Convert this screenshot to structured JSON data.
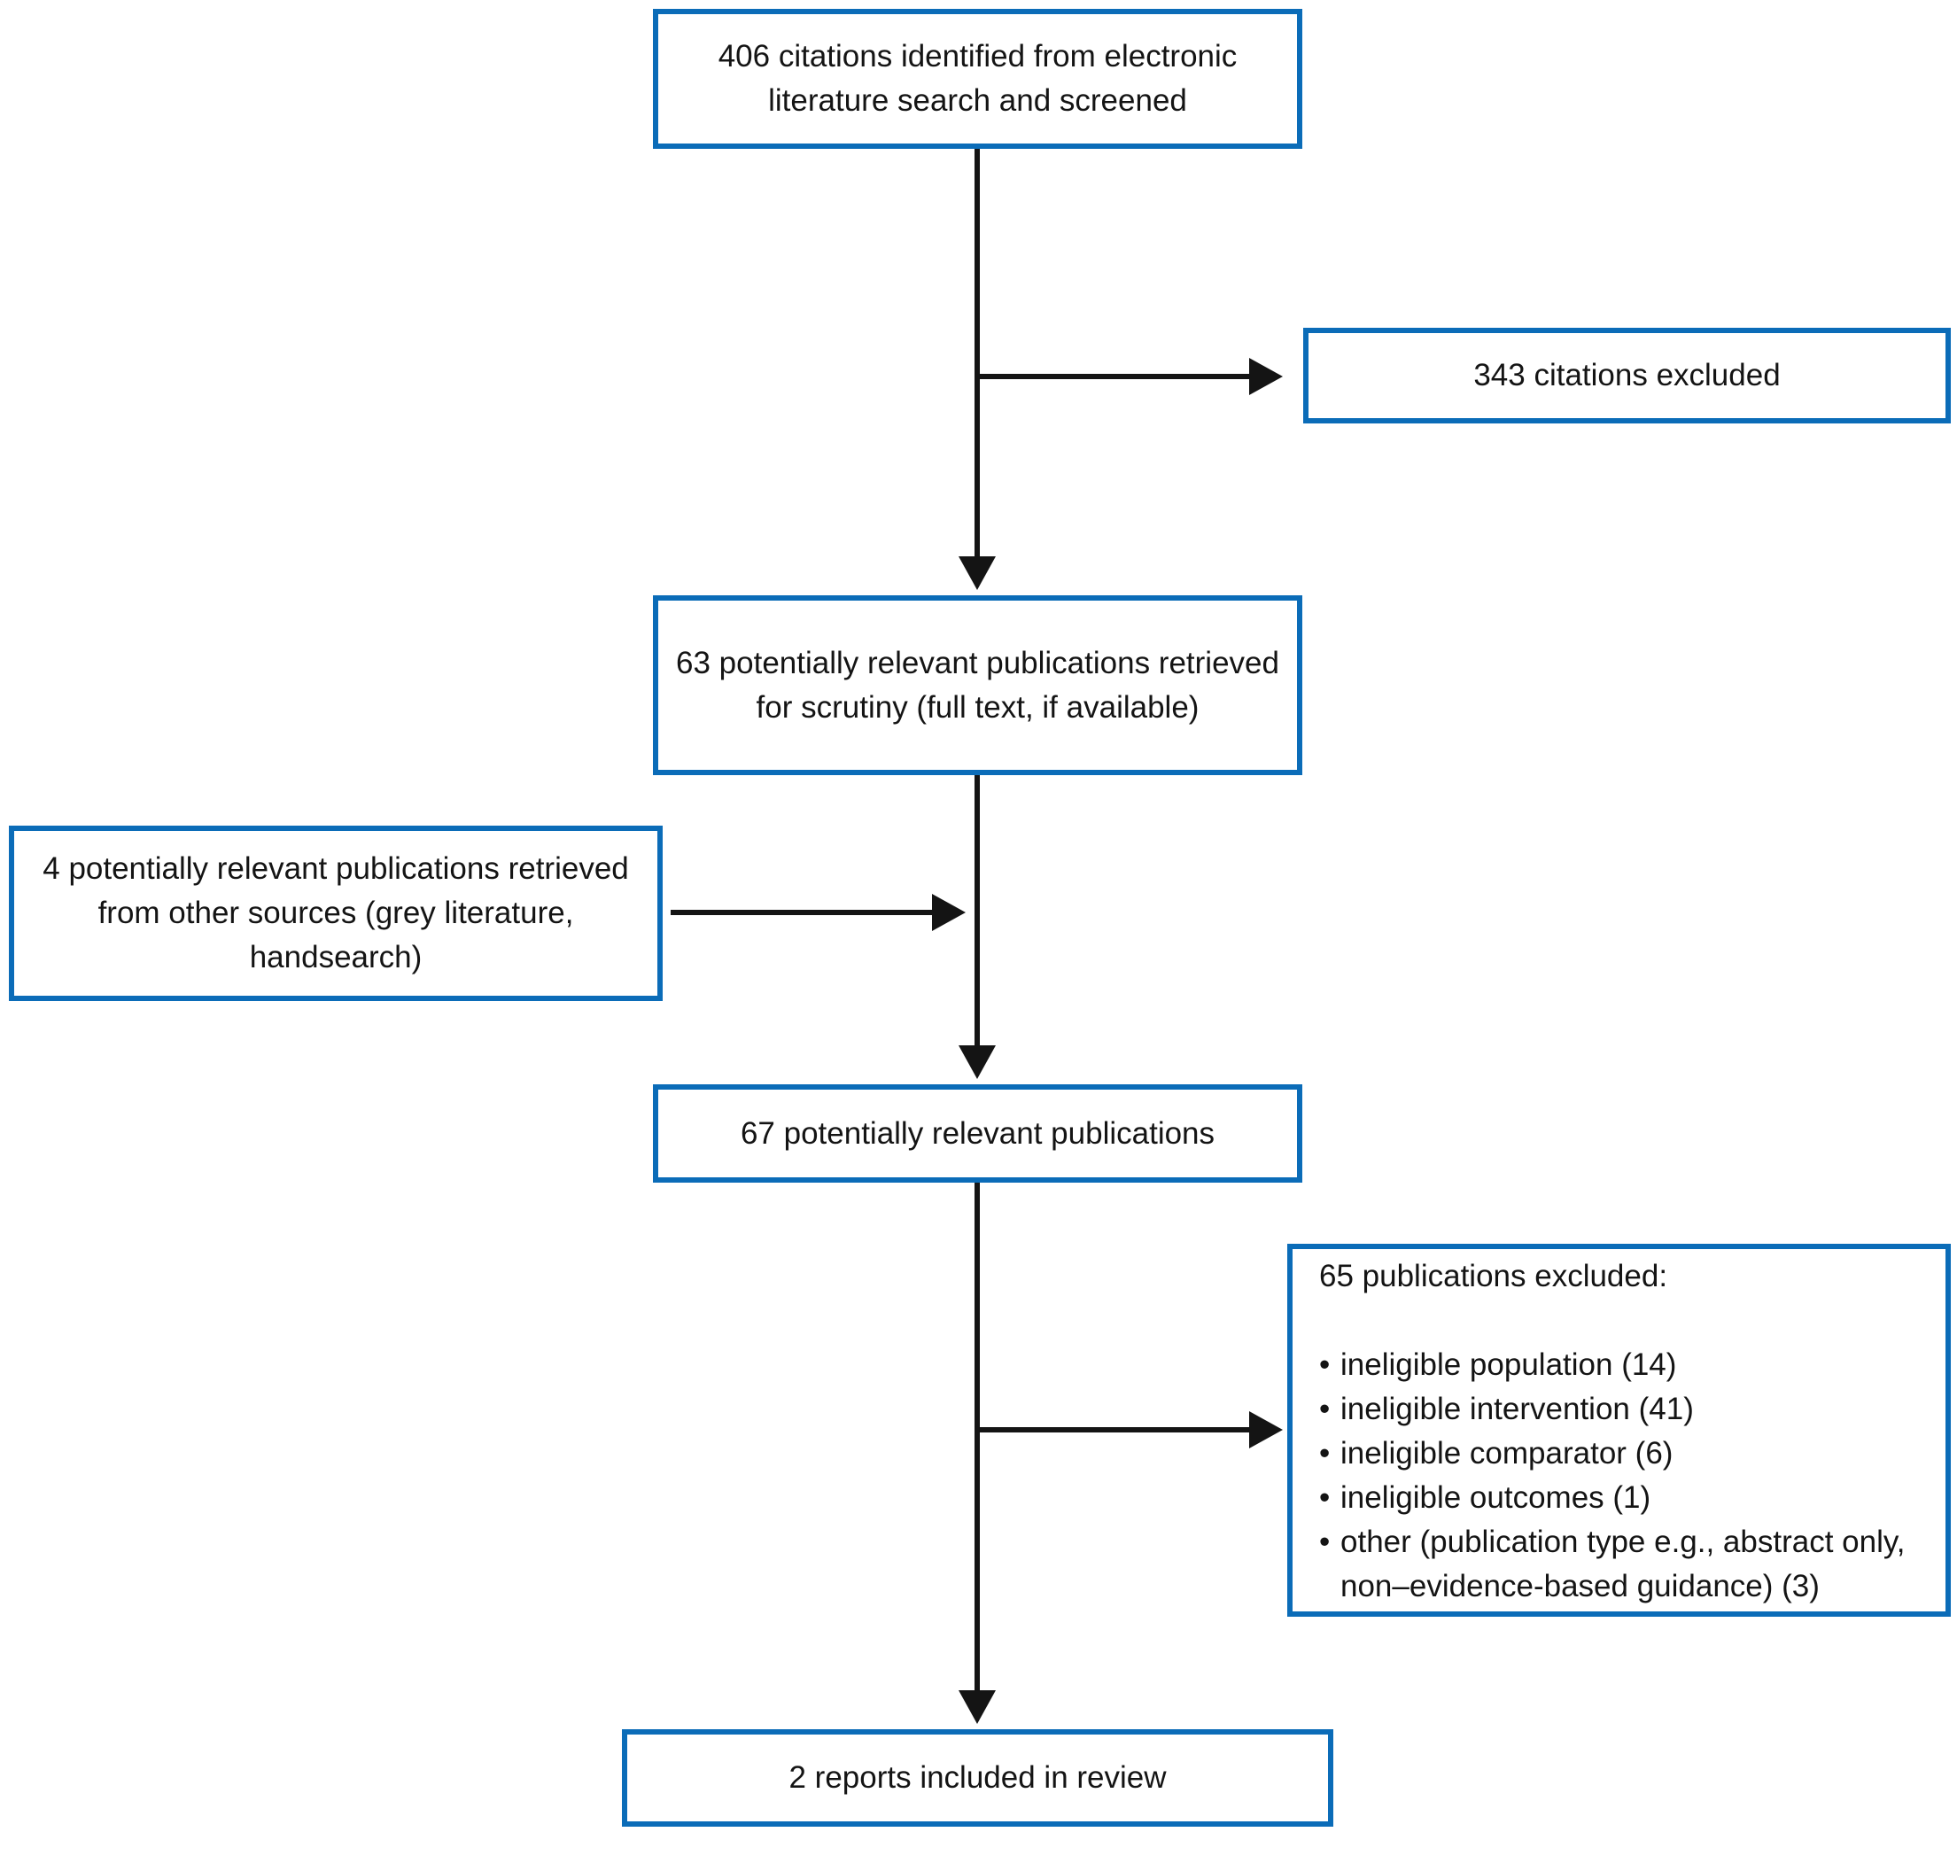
{
  "colors": {
    "accent": "#0b6cb8",
    "arrow": "#141414",
    "text": "#141414"
  },
  "glyphs": {
    "bullet": "•"
  },
  "diagram_type": "prisma-style literature screening flowchart",
  "nodes": {
    "screened": {
      "text": "406 citations identified from electronic literature search and screened"
    },
    "citations_excluded": {
      "text": "343 citations excluded"
    },
    "retrieved": {
      "text": "63 potentially relevant publications retrieved for scrutiny (full text, if available)"
    },
    "other_sources": {
      "text": "4 potentially relevant publications retrieved from other sources (grey literature, handsearch)"
    },
    "combined": {
      "text": "67 potentially relevant publications"
    },
    "excluded": {
      "heading": "65 publications excluded:",
      "items": [
        "ineligible population (14)",
        "ineligible intervention (41)",
        "ineligible comparator (6)",
        "ineligible outcomes (1)",
        "other (publication type e.g., abstract only, non–evidence-based guidance) (3)"
      ]
    },
    "included": {
      "text": "2 reports included in review"
    }
  },
  "edges": [
    {
      "from": "screened",
      "to": "retrieved"
    },
    {
      "from": "screened",
      "to": "citations_excluded"
    },
    {
      "from": "retrieved",
      "to": "combined"
    },
    {
      "from": "other_sources",
      "to": "combined"
    },
    {
      "from": "combined",
      "to": "included"
    },
    {
      "from": "combined",
      "to": "excluded"
    }
  ]
}
